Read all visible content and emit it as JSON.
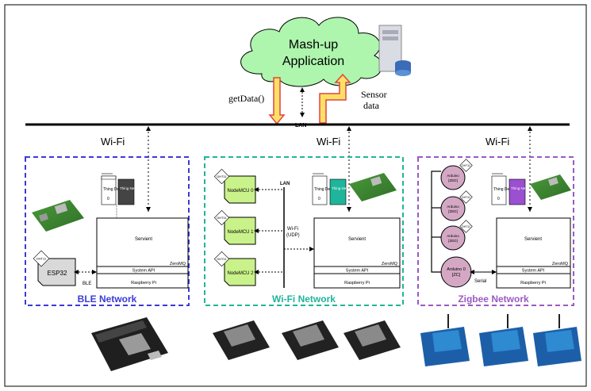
{
  "cloud": {
    "line1": "Mash-up",
    "line2": "Application"
  },
  "top": {
    "getdata": "getData()",
    "sensor1": "Sensor",
    "sensor2": "data",
    "lan": "LAN",
    "wifi": "Wi-Fi"
  },
  "common": {
    "servient": "Servient",
    "zeromq": "ZeroMQ",
    "sysapi": "System API",
    "rpi": "Raspberry Pi",
    "thing_device": "Thing Device",
    "thing_network": "Thing Network",
    "zero": "0",
    "dht": "DHT11"
  },
  "ble": {
    "title": "BLE Network",
    "esp": "ESP32",
    "link": "BLE"
  },
  "wifi": {
    "title": "Wi-Fi Network",
    "lan": "LAN",
    "udp1": "Wi-Fi",
    "udp2": "(UDP)",
    "nodes": [
      "NodeMCU 0",
      "NodeMCU 1",
      "NodeMCU 2"
    ]
  },
  "zigbee": {
    "title": "Zigbee Network",
    "serial": "Serial",
    "arduino": "Arduino",
    "zed": "[ZED]",
    "zc_name": "Arduino 0",
    "zc": "[ZC]"
  },
  "colors": {
    "ble": "#3b3bd6",
    "wifi": "#1fb59a",
    "zigbee": "#9b59c4",
    "cloud": "#aef5ae",
    "node": "#c9f28a",
    "arduino": "#d4a8c4",
    "tn_ble": "#444444",
    "tn_wifi": "#1fb59a",
    "tn_zig": "#9b4fd1"
  }
}
